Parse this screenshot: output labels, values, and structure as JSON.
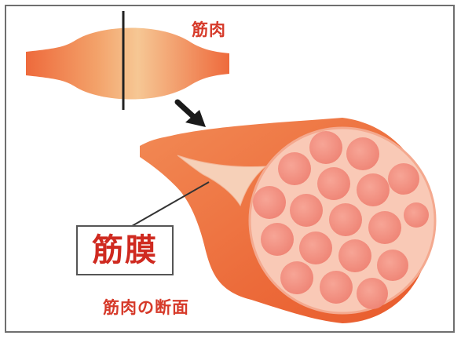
{
  "labels": {
    "muscle": "筋肉",
    "fascia": "筋膜",
    "muscle_cross_section": "筋肉の断面"
  },
  "colors": {
    "label_red": "#d63a2a",
    "muscle_orange": "#ee6a3c",
    "muscle_light": "#f6c38e",
    "fascicle_pink": "#f08a7d",
    "border_gray": "#6f6f6f"
  },
  "icons": {
    "arrow": "arrow-down-right-icon"
  }
}
